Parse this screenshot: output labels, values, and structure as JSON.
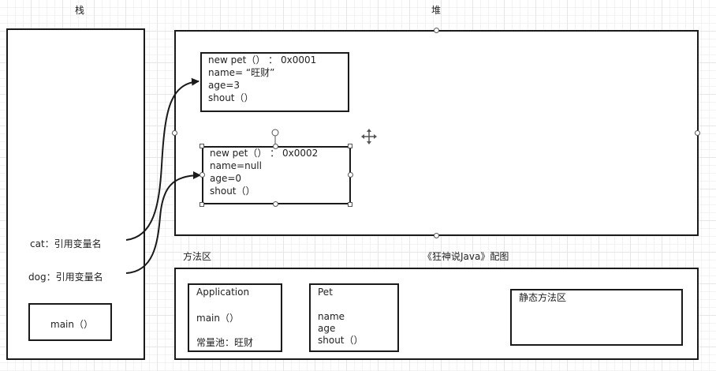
{
  "stack": {
    "title": "栈",
    "var_cat": "cat：引用变量名",
    "var_dog": "dog：引用变量名",
    "main_label": "main（）"
  },
  "heap": {
    "title": "堆",
    "obj1": {
      "line1": "new pet（）   ：  0x0001",
      "line2": "name= “旺财”",
      "line3": "age=3",
      "line4": "shout（）"
    },
    "obj2": {
      "line1": "new pet（）   ：  0x0002",
      "line2": "name=null",
      "line3": "age=0",
      "line4": "shout（）"
    }
  },
  "method_area": {
    "title": "方法区",
    "caption": "《狂神说Java》配图",
    "application": {
      "title": "Application",
      "main": "main（）",
      "pool": "常量池：旺财"
    },
    "pet": {
      "title": "Pet",
      "field1": "name",
      "field2": "age",
      "method": "shout（）"
    },
    "static": {
      "title": "静态方法区"
    }
  },
  "icons": {
    "move": "move-cursor-icon"
  }
}
